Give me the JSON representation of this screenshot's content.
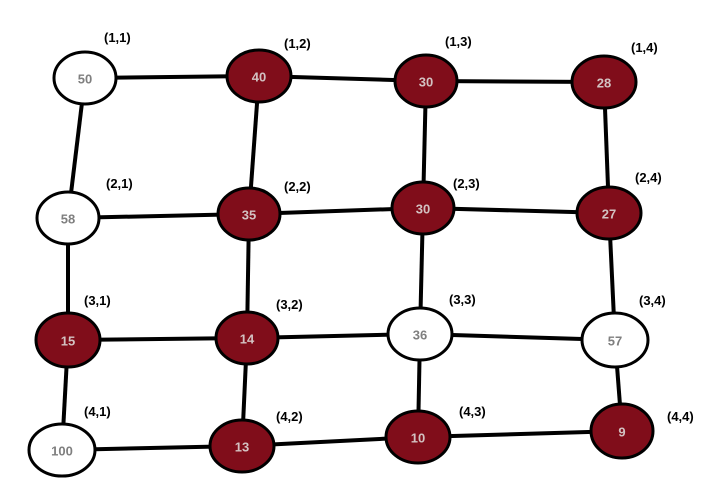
{
  "colors": {
    "filled": "#800d1a",
    "empty": "#ffffff",
    "filled_text": "#d3c2c2",
    "empty_text": "#7f7f7f"
  },
  "nodes": [
    {
      "id": "1-1",
      "value": "50",
      "coord": "(1,1)",
      "filled": false
    },
    {
      "id": "1-2",
      "value": "40",
      "coord": "(1,2)",
      "filled": true
    },
    {
      "id": "1-3",
      "value": "30",
      "coord": "(1,3)",
      "filled": true
    },
    {
      "id": "1-4",
      "value": "28",
      "coord": "(1,4)",
      "filled": true
    },
    {
      "id": "2-1",
      "value": "58",
      "coord": "(2,1)",
      "filled": false
    },
    {
      "id": "2-2",
      "value": "35",
      "coord": "(2,2)",
      "filled": true
    },
    {
      "id": "2-3",
      "value": "30",
      "coord": "(2,3)",
      "filled": true
    },
    {
      "id": "2-4",
      "value": "27",
      "coord": "(2,4)",
      "filled": true
    },
    {
      "id": "3-1",
      "value": "15",
      "coord": "(3,1)",
      "filled": true
    },
    {
      "id": "3-2",
      "value": "14",
      "coord": "(3,2)",
      "filled": true
    },
    {
      "id": "3-3",
      "value": "36",
      "coord": "(3,3)",
      "filled": false
    },
    {
      "id": "3-4",
      "value": "57",
      "coord": "(3,4)",
      "filled": false
    },
    {
      "id": "4-1",
      "value": "100",
      "coord": "(4,1)",
      "filled": false
    },
    {
      "id": "4-2",
      "value": "13",
      "coord": "(4,2)",
      "filled": true
    },
    {
      "id": "4-3",
      "value": "10",
      "coord": "(4,3)",
      "filled": true
    },
    {
      "id": "4-4",
      "value": "9",
      "coord": "(4,4)",
      "filled": true
    }
  ]
}
